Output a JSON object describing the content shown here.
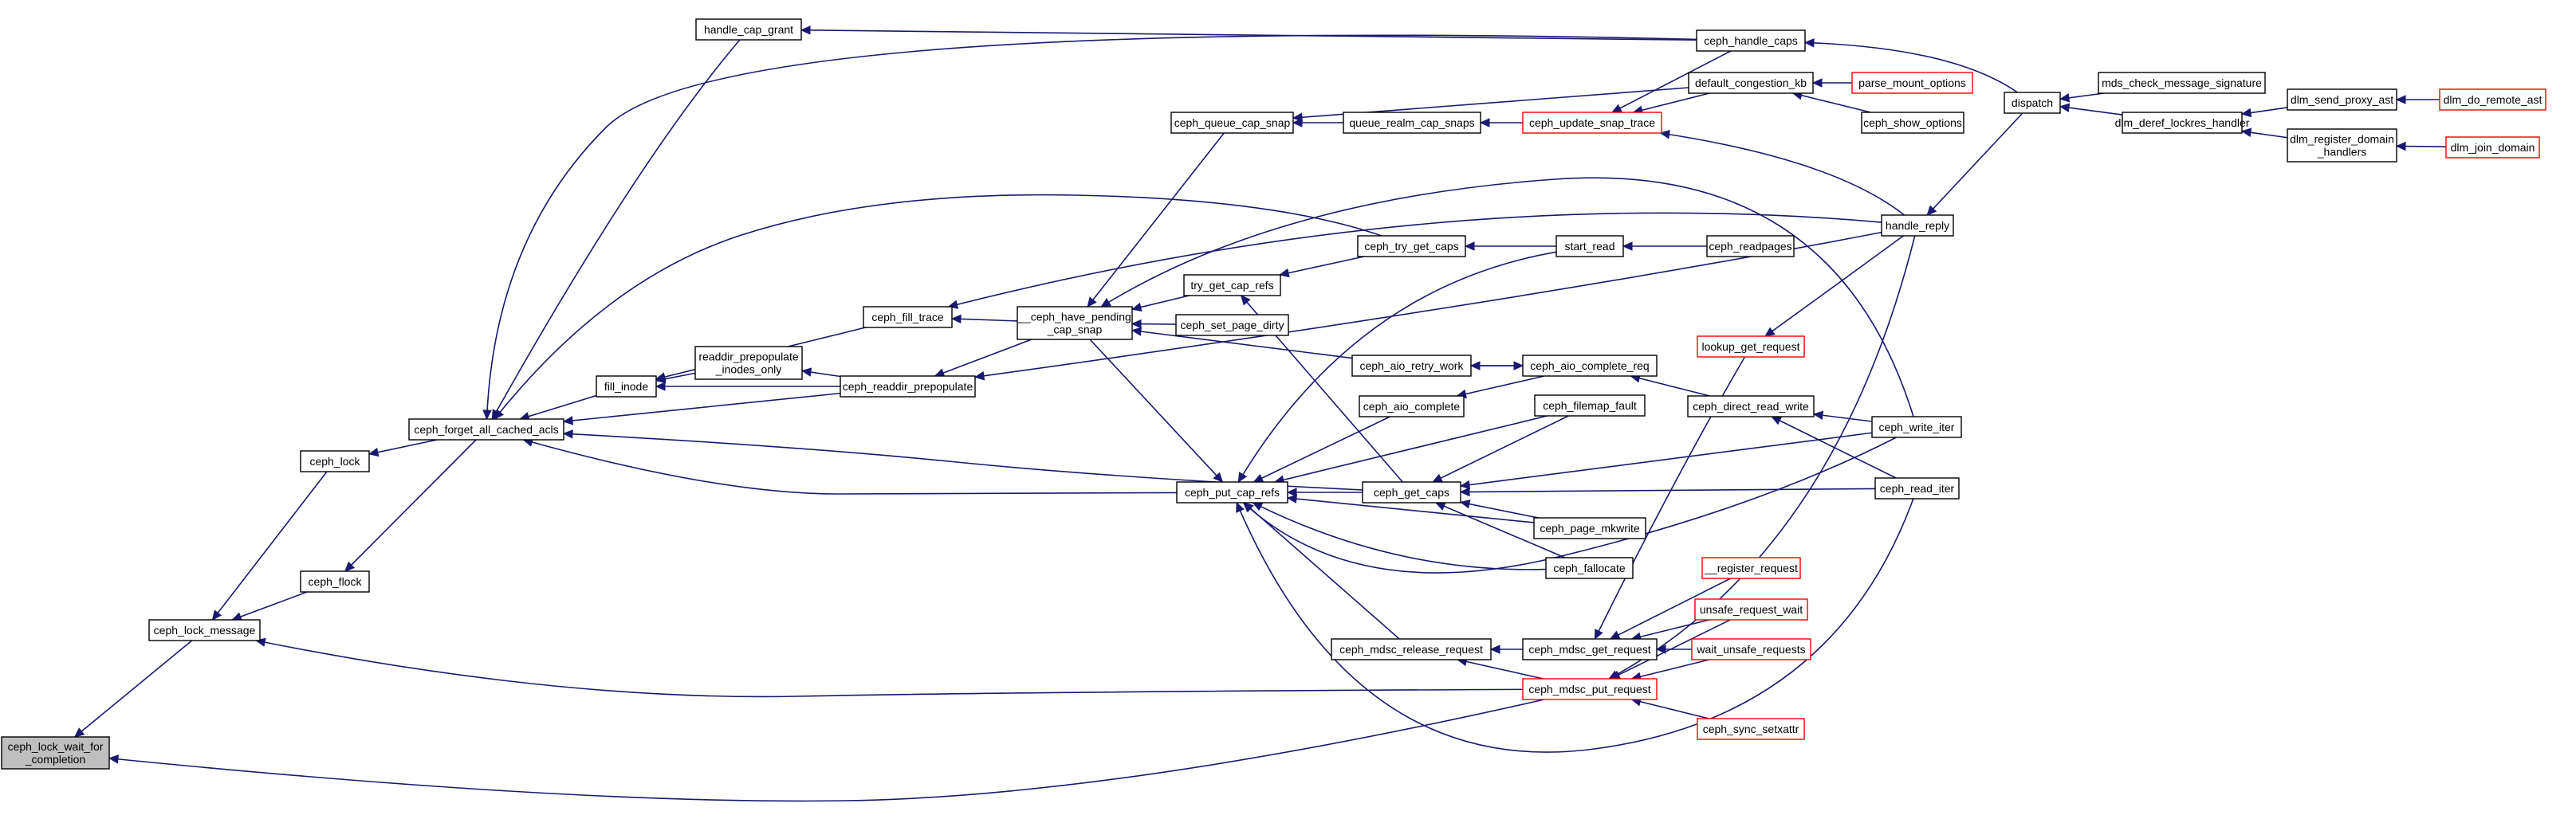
{
  "nodes": [
    {
      "id": "ceph_lock_wait_for_completion",
      "lines": [
        "ceph_lock_wait_for",
        "_completion"
      ],
      "border": "black",
      "fill": "#bfbfbf"
    },
    {
      "id": "ceph_lock_message",
      "lines": [
        "ceph_lock_message"
      ],
      "border": "black"
    },
    {
      "id": "ceph_lock",
      "lines": [
        "ceph_lock"
      ],
      "border": "black"
    },
    {
      "id": "ceph_flock",
      "lines": [
        "ceph_flock"
      ],
      "border": "black"
    },
    {
      "id": "ceph_forget_all_cached_acls",
      "lines": [
        "ceph_forget_all_cached_acls"
      ],
      "border": "black"
    },
    {
      "id": "handle_cap_grant",
      "lines": [
        "handle_cap_grant"
      ],
      "border": "black"
    },
    {
      "id": "fill_inode",
      "lines": [
        "fill_inode"
      ],
      "border": "black"
    },
    {
      "id": "readdir_prepopulate_inodes_only",
      "lines": [
        "readdir_prepopulate",
        "_inodes_only"
      ],
      "border": "black"
    },
    {
      "id": "ceph_fill_trace",
      "lines": [
        "ceph_fill_trace"
      ],
      "border": "black"
    },
    {
      "id": "ceph_readdir_prepopulate",
      "lines": [
        "ceph_readdir_prepopulate"
      ],
      "border": "black"
    },
    {
      "id": "ceph_put_cap_refs",
      "lines": [
        "ceph_put_cap_refs"
      ],
      "border": "black"
    },
    {
      "id": "ceph_queue_cap_snap",
      "lines": [
        "ceph_queue_cap_snap"
      ],
      "border": "black"
    },
    {
      "id": "queue_realm_cap_snaps",
      "lines": [
        "queue_realm_cap_snaps"
      ],
      "border": "black"
    },
    {
      "id": "ceph_update_snap_trace",
      "lines": [
        "ceph_update_snap_trace"
      ],
      "border": "red"
    },
    {
      "id": "ceph_handle_caps",
      "lines": [
        "ceph_handle_caps"
      ],
      "border": "black"
    },
    {
      "id": "default_congestion_kb",
      "lines": [
        "default_congestion_kb"
      ],
      "border": "black"
    },
    {
      "id": "parse_mount_options",
      "lines": [
        "parse_mount_options"
      ],
      "border": "red"
    },
    {
      "id": "ceph_show_options",
      "lines": [
        "ceph_show_options"
      ],
      "border": "black"
    },
    {
      "id": "ceph_have_pending_cap_snap",
      "lines": [
        "__ceph_have_pending",
        "_cap_snap"
      ],
      "border": "black"
    },
    {
      "id": "try_get_cap_refs",
      "lines": [
        "try_get_cap_refs"
      ],
      "border": "black"
    },
    {
      "id": "ceph_set_page_dirty",
      "lines": [
        "ceph_set_page_dirty"
      ],
      "border": "black"
    },
    {
      "id": "ceph_try_get_caps",
      "lines": [
        "ceph_try_get_caps"
      ],
      "border": "black"
    },
    {
      "id": "start_read",
      "lines": [
        "start_read"
      ],
      "border": "black"
    },
    {
      "id": "ceph_readpages",
      "lines": [
        "ceph_readpages"
      ],
      "border": "black"
    },
    {
      "id": "ceph_aio_retry_work",
      "lines": [
        "ceph_aio_retry_work"
      ],
      "border": "black"
    },
    {
      "id": "ceph_aio_complete_req",
      "lines": [
        "ceph_aio_complete_req"
      ],
      "border": "black"
    },
    {
      "id": "ceph_aio_complete",
      "lines": [
        "ceph_aio_complete"
      ],
      "border": "black"
    },
    {
      "id": "ceph_filemap_fault",
      "lines": [
        "ceph_filemap_fault"
      ],
      "border": "black"
    },
    {
      "id": "ceph_get_caps",
      "lines": [
        "ceph_get_caps"
      ],
      "border": "black"
    },
    {
      "id": "ceph_page_mkwrite",
      "lines": [
        "ceph_page_mkwrite"
      ],
      "border": "black"
    },
    {
      "id": "ceph_fallocate",
      "lines": [
        "ceph_fallocate"
      ],
      "border": "black"
    },
    {
      "id": "lookup_get_request",
      "lines": [
        "lookup_get_request"
      ],
      "border": "red"
    },
    {
      "id": "ceph_direct_read_write",
      "lines": [
        "ceph_direct_read_write"
      ],
      "border": "black"
    },
    {
      "id": "ceph_write_iter",
      "lines": [
        "ceph_write_iter"
      ],
      "border": "black"
    },
    {
      "id": "ceph_read_iter",
      "lines": [
        "ceph_read_iter"
      ],
      "border": "black"
    },
    {
      "id": "register_request",
      "lines": [
        "__register_request"
      ],
      "border": "red"
    },
    {
      "id": "unsafe_request_wait",
      "lines": [
        "unsafe_request_wait"
      ],
      "border": "red"
    },
    {
      "id": "wait_unsafe_requests",
      "lines": [
        "wait_unsafe_requests"
      ],
      "border": "red"
    },
    {
      "id": "ceph_mdsc_release_request",
      "lines": [
        "ceph_mdsc_release_request"
      ],
      "border": "black"
    },
    {
      "id": "ceph_mdsc_get_request",
      "lines": [
        "ceph_mdsc_get_request"
      ],
      "border": "black"
    },
    {
      "id": "ceph_mdsc_put_request",
      "lines": [
        "ceph_mdsc_put_request"
      ],
      "border": "red"
    },
    {
      "id": "ceph_sync_setxattr",
      "lines": [
        "ceph_sync_setxattr"
      ],
      "border": "red"
    },
    {
      "id": "handle_reply",
      "lines": [
        "handle_reply"
      ],
      "border": "black"
    },
    {
      "id": "dispatch",
      "lines": [
        "dispatch"
      ],
      "border": "black"
    },
    {
      "id": "mds_check_message_signature",
      "lines": [
        "mds_check_message_signature"
      ],
      "border": "black"
    },
    {
      "id": "dlm_deref_lockres_handler",
      "lines": [
        "dlm_deref_lockres_handler"
      ],
      "border": "black"
    },
    {
      "id": "dlm_send_proxy_ast",
      "lines": [
        "dlm_send_proxy_ast"
      ],
      "border": "black"
    },
    {
      "id": "dlm_do_remote_ast",
      "lines": [
        "dlm_do_remote_ast"
      ],
      "border": "red"
    },
    {
      "id": "dlm_register_domain_handlers",
      "lines": [
        "dlm_register_domain",
        "_handlers"
      ],
      "border": "black"
    },
    {
      "id": "dlm_join_domain",
      "lines": [
        "dlm_join_domain"
      ],
      "border": "red"
    }
  ],
  "edges": [
    [
      "ceph_lock_wait_for_completion",
      "ceph_lock_message"
    ],
    [
      "ceph_lock_wait_for_completion",
      "ceph_mdsc_put_request"
    ],
    [
      "ceph_lock_message",
      "ceph_lock"
    ],
    [
      "ceph_lock_message",
      "ceph_flock"
    ],
    [
      "ceph_lock_message",
      "ceph_mdsc_put_request"
    ],
    [
      "ceph_lock",
      "ceph_forget_all_cached_acls"
    ],
    [
      "ceph_flock",
      "ceph_forget_all_cached_acls"
    ],
    [
      "ceph_forget_all_cached_acls",
      "handle_cap_grant"
    ],
    [
      "ceph_forget_all_cached_acls",
      "ceph_handle_caps"
    ],
    [
      "ceph_forget_all_cached_acls",
      "fill_inode"
    ],
    [
      "ceph_forget_all_cached_acls",
      "ceph_try_get_caps"
    ],
    [
      "ceph_forget_all_cached_acls",
      "ceph_readdir_prepopulate"
    ],
    [
      "ceph_forget_all_cached_acls",
      "ceph_get_caps"
    ],
    [
      "ceph_forget_all_cached_acls",
      "ceph_put_cap_refs"
    ],
    [
      "handle_cap_grant",
      "ceph_handle_caps"
    ],
    [
      "fill_inode",
      "readdir_prepopulate_inodes_only"
    ],
    [
      "fill_inode",
      "ceph_fill_trace"
    ],
    [
      "fill_inode",
      "ceph_readdir_prepopulate"
    ],
    [
      "readdir_prepopulate_inodes_only",
      "ceph_readdir_prepopulate"
    ],
    [
      "ceph_fill_trace",
      "ceph_have_pending_cap_snap"
    ],
    [
      "ceph_fill_trace",
      "handle_reply"
    ],
    [
      "ceph_readdir_prepopulate",
      "ceph_have_pending_cap_snap"
    ],
    [
      "ceph_readdir_prepopulate",
      "handle_reply"
    ],
    [
      "ceph_put_cap_refs",
      "ceph_have_pending_cap_snap"
    ],
    [
      "ceph_put_cap_refs",
      "start_read"
    ],
    [
      "ceph_put_cap_refs",
      "ceph_aio_complete"
    ],
    [
      "ceph_put_cap_refs",
      "ceph_filemap_fault"
    ],
    [
      "ceph_put_cap_refs",
      "ceph_get_caps"
    ],
    [
      "ceph_put_cap_refs",
      "ceph_page_mkwrite"
    ],
    [
      "ceph_put_cap_refs",
      "ceph_fallocate"
    ],
    [
      "ceph_put_cap_refs",
      "ceph_write_iter"
    ],
    [
      "ceph_put_cap_refs",
      "ceph_read_iter"
    ],
    [
      "ceph_put_cap_refs",
      "ceph_mdsc_release_request"
    ],
    [
      "ceph_queue_cap_snap",
      "queue_realm_cap_snaps"
    ],
    [
      "ceph_queue_cap_snap",
      "default_congestion_kb"
    ],
    [
      "queue_realm_cap_snaps",
      "ceph_update_snap_trace"
    ],
    [
      "ceph_update_snap_trace",
      "ceph_handle_caps"
    ],
    [
      "ceph_update_snap_trace",
      "default_congestion_kb"
    ],
    [
      "ceph_update_snap_trace",
      "handle_reply"
    ],
    [
      "ceph_handle_caps",
      "dispatch"
    ],
    [
      "default_congestion_kb",
      "parse_mount_options"
    ],
    [
      "default_congestion_kb",
      "ceph_show_options"
    ],
    [
      "ceph_have_pending_cap_snap",
      "ceph_queue_cap_snap"
    ],
    [
      "ceph_have_pending_cap_snap",
      "try_get_cap_refs"
    ],
    [
      "ceph_have_pending_cap_snap",
      "ceph_set_page_dirty"
    ],
    [
      "ceph_have_pending_cap_snap",
      "ceph_aio_retry_work"
    ],
    [
      "ceph_have_pending_cap_snap",
      "ceph_write_iter"
    ],
    [
      "try_get_cap_refs",
      "ceph_try_get_caps"
    ],
    [
      "try_get_cap_refs",
      "ceph_get_caps"
    ],
    [
      "ceph_try_get_caps",
      "start_read"
    ],
    [
      "start_read",
      "ceph_readpages"
    ],
    [
      "ceph_aio_retry_work",
      "ceph_aio_complete_req"
    ],
    [
      "ceph_aio_complete_req",
      "ceph_aio_retry_work"
    ],
    [
      "ceph_aio_complete_req",
      "ceph_direct_read_write"
    ],
    [
      "ceph_aio_complete",
      "ceph_aio_complete_req"
    ],
    [
      "ceph_get_caps",
      "ceph_filemap_fault"
    ],
    [
      "ceph_get_caps",
      "ceph_page_mkwrite"
    ],
    [
      "ceph_get_caps",
      "ceph_fallocate"
    ],
    [
      "ceph_get_caps",
      "ceph_write_iter"
    ],
    [
      "ceph_get_caps",
      "ceph_read_iter"
    ],
    [
      "ceph_direct_read_write",
      "ceph_write_iter"
    ],
    [
      "ceph_direct_read_write",
      "ceph_read_iter"
    ],
    [
      "ceph_mdsc_release_request",
      "ceph_mdsc_get_request"
    ],
    [
      "ceph_mdsc_release_request",
      "ceph_mdsc_put_request"
    ],
    [
      "ceph_mdsc_get_request",
      "lookup_get_request"
    ],
    [
      "ceph_mdsc_get_request",
      "register_request"
    ],
    [
      "ceph_mdsc_get_request",
      "unsafe_request_wait"
    ],
    [
      "ceph_mdsc_get_request",
      "wait_unsafe_requests"
    ],
    [
      "ceph_mdsc_put_request",
      "handle_reply"
    ],
    [
      "ceph_mdsc_put_request",
      "unsafe_request_wait"
    ],
    [
      "ceph_mdsc_put_request",
      "wait_unsafe_requests"
    ],
    [
      "ceph_mdsc_put_request",
      "ceph_sync_setxattr"
    ],
    [
      "lookup_get_request",
      "handle_reply"
    ],
    [
      "handle_reply",
      "dispatch"
    ],
    [
      "dispatch",
      "mds_check_message_signature"
    ],
    [
      "dispatch",
      "dlm_deref_lockres_handler"
    ],
    [
      "dlm_deref_lockres_handler",
      "dlm_send_proxy_ast"
    ],
    [
      "dlm_deref_lockres_handler",
      "dlm_register_domain_handlers"
    ],
    [
      "dlm_send_proxy_ast",
      "dlm_do_remote_ast"
    ],
    [
      "dlm_register_domain_handlers",
      "dlm_join_domain"
    ]
  ]
}
